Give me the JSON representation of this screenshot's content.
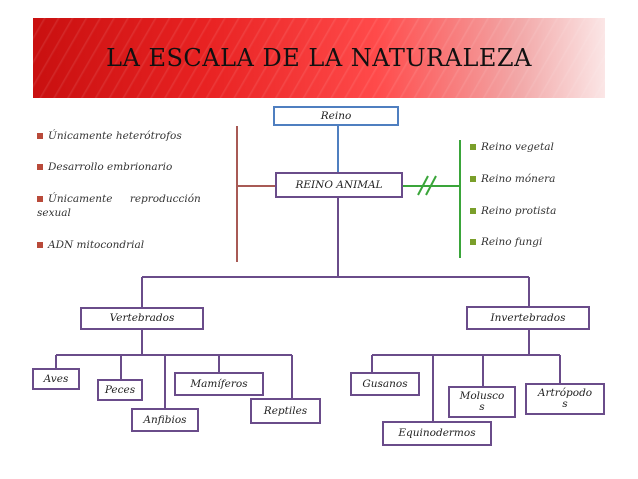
{
  "title": "LA ESCALA DE LA NATURALEZA",
  "colors": {
    "banner": "#e82222",
    "box_border": "#6a4c8a",
    "top_box_border": "#4f7fc0",
    "left_connector": "#a85a55",
    "right_connector": "#3aa53a",
    "center_connector": "#4f7fc0"
  },
  "boxes": {
    "reino": "Reino",
    "reino_animal": "REINO ANIMAL",
    "vertebrados": "Vertebrados",
    "invertebrados": "Invertebrados",
    "aves": "Aves",
    "peces": "Peces",
    "anfibios": "Anfibios",
    "mamiferos": "Mamíferos",
    "reptiles": "Reptiles",
    "gusanos": "Gusanos",
    "equinodermos": "Equinodermos",
    "moluscos_a": "Molusco",
    "moluscos_b": "s",
    "artropodos_a": "Artrópodo",
    "artropodos_b": "s"
  },
  "left_list": {
    "items": [
      "Únicamente heterótrofos",
      "Desarrollo embrionario",
      "Únicamente reproducción",
      "ADN mitocondrial"
    ],
    "item3_continuation": "sexual"
  },
  "right_list": {
    "items": [
      "Reino vegetal",
      "Reino mónera",
      "Reino protista",
      "Reino fungi"
    ]
  }
}
